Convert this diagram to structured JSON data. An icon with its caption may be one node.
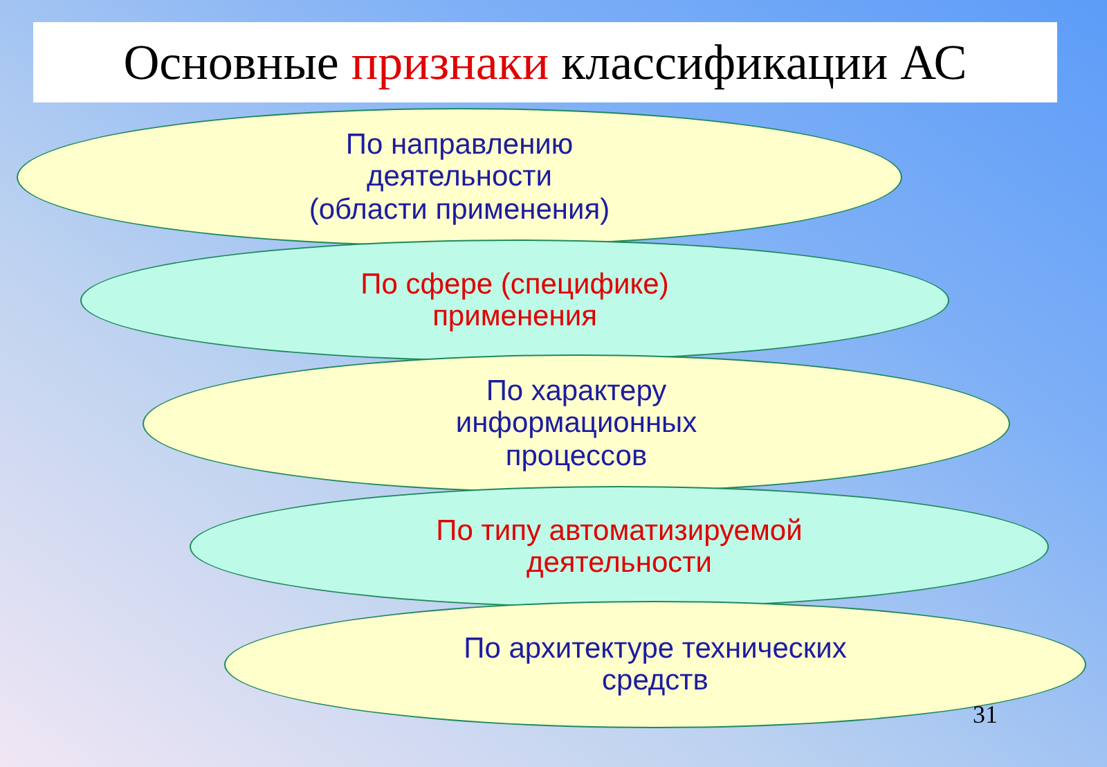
{
  "diagram": {
    "title": "Основные признаки классификации АС",
    "nodes": [
      {
        "text": [
          "По направлению деятельности (области применения)"
        ]
      },
      {
        "text": [
          "По сфере (специфике) применения"
        ]
      },
      {
        "text": [
          "По характеру информационных процессов"
        ]
      },
      {
        "text": [
          "По типу автоматизируемой деятельности"
        ]
      },
      {
        "text": [
          "По архитектуре технических средств"
        ]
      }
    ],
    "labels": [
      "31"
    ]
  }
}
